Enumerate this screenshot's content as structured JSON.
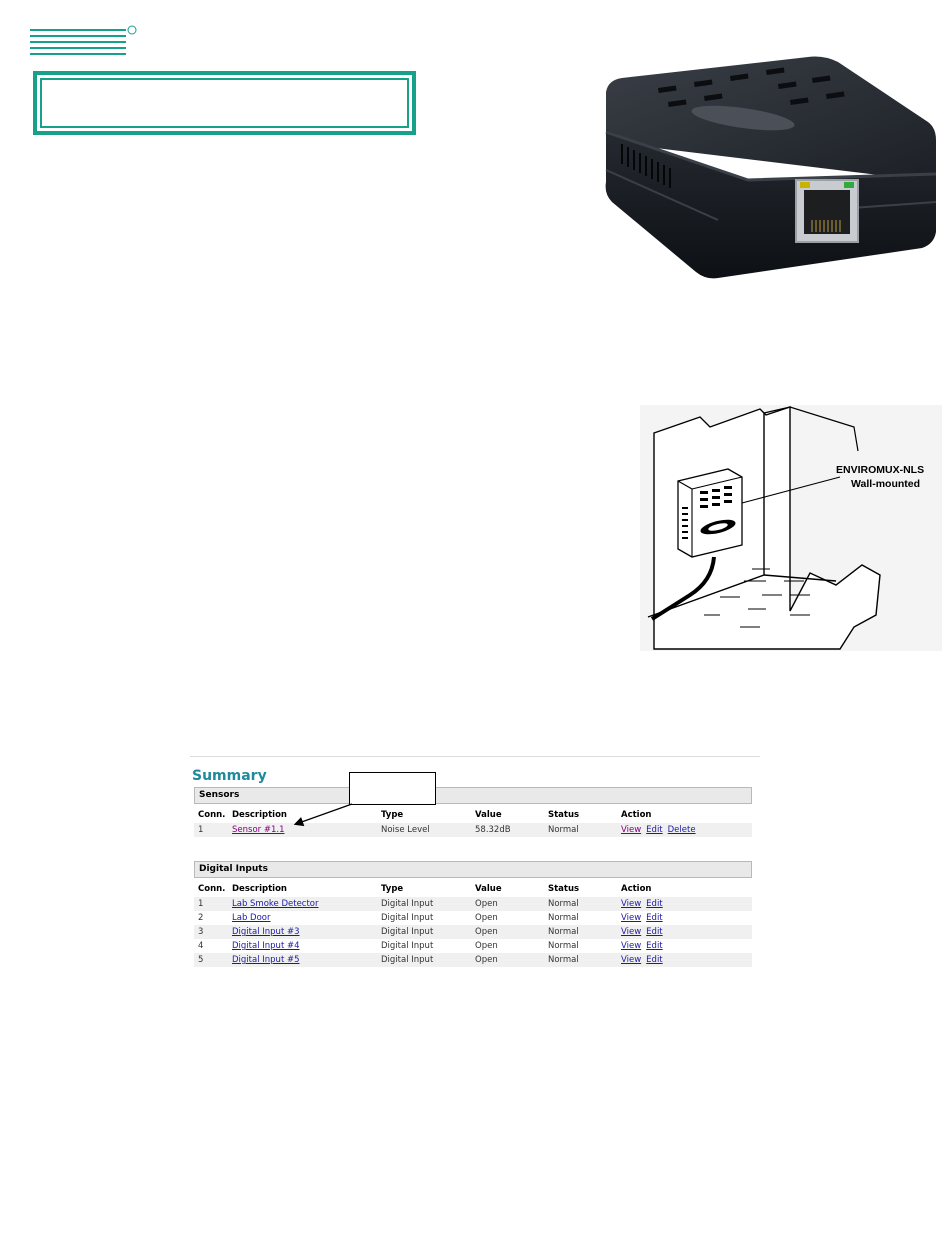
{
  "figure_label": {
    "lines": [
      "ENVIROMUX-NLS",
      "Wall-mounted"
    ]
  },
  "summary": {
    "title": "Summary",
    "columns": [
      "Conn.",
      "Description",
      "Type",
      "Value",
      "Status",
      "Action"
    ],
    "sensors": {
      "heading": "Sensors",
      "rows": [
        {
          "conn": "1",
          "description": "Sensor #1.1",
          "type": "Noise Level",
          "value": "58.32dB",
          "status": "Normal",
          "actions": [
            "View",
            "Edit",
            "Delete"
          ]
        }
      ]
    },
    "digital_inputs": {
      "heading": "Digital Inputs",
      "rows": [
        {
          "conn": "1",
          "description": "Lab Smoke Detector",
          "type": "Digital Input",
          "value": "Open",
          "status": "Normal",
          "actions": [
            "View",
            "Edit"
          ]
        },
        {
          "conn": "2",
          "description": "Lab Door",
          "type": "Digital Input",
          "value": "Open",
          "status": "Normal",
          "actions": [
            "View",
            "Edit"
          ]
        },
        {
          "conn": "3",
          "description": "Digital Input #3",
          "type": "Digital Input",
          "value": "Open",
          "status": "Normal",
          "actions": [
            "View",
            "Edit"
          ]
        },
        {
          "conn": "4",
          "description": "Digital Input #4",
          "type": "Digital Input",
          "value": "Open",
          "status": "Normal",
          "actions": [
            "View",
            "Edit"
          ]
        },
        {
          "conn": "5",
          "description": "Digital Input #5",
          "type": "Digital Input",
          "value": "Open",
          "status": "Normal",
          "actions": [
            "View",
            "Edit"
          ]
        }
      ]
    }
  },
  "colors": {
    "accent_teal": "#17a08a",
    "summary_title": "#1f8a9b",
    "link": "#1a1aa6",
    "visited_link": "#800080"
  }
}
